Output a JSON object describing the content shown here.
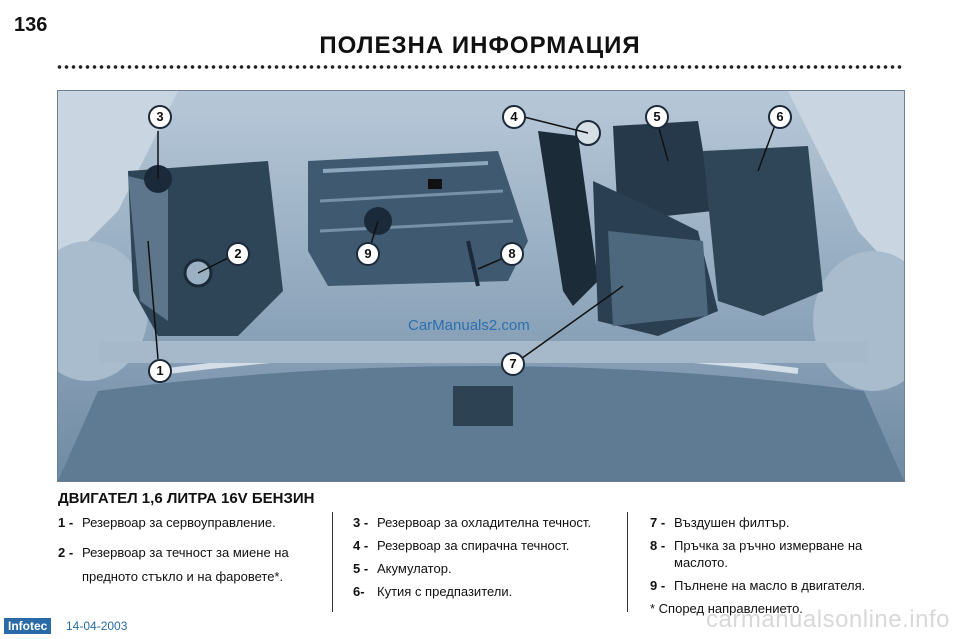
{
  "page": {
    "number": "136",
    "title": "ПОЛЕЗНА ИНФОРМАЦИЯ"
  },
  "figure": {
    "watermark": "CarManuals2.com",
    "callouts": [
      "1",
      "2",
      "3",
      "4",
      "5",
      "6",
      "7",
      "8",
      "9"
    ]
  },
  "section_title": "ДВИГАТЕЛ 1,6 ЛИТРА 16V БЕНЗИН",
  "legend": {
    "col1": [
      {
        "num": "1 -",
        "text": "Резервоар за сервоуправление."
      },
      {
        "num": "2 -",
        "text": "Резервоар за течност за миене на предното стъкло и на фаровете*."
      }
    ],
    "col2": [
      {
        "num": "3 -",
        "text": "Резервоар за охладителна течност."
      },
      {
        "num": "4 -",
        "text": "Резервоар за спирачна течност."
      },
      {
        "num": "5 -",
        "text": "Акумулатор."
      },
      {
        "num": "6-",
        "text": "Кутия с предпазители."
      }
    ],
    "col3": [
      {
        "num": "7 -",
        "text": "Въздушен филтър."
      },
      {
        "num": "8 -",
        "text": "Пръчка за ръчно измерване на маслото."
      },
      {
        "num": "9 -",
        "text": "Пълнене на масло в двигателя."
      }
    ],
    "footnote": "* Според направлението."
  },
  "footer": {
    "logo": "Infotec",
    "date": "14-04-2003",
    "watermark": "carmanualsonline.info"
  },
  "colors": {
    "photo_bg": "#8fa7bd",
    "dark_part": "#243646",
    "mid_part": "#4b6478"
  }
}
